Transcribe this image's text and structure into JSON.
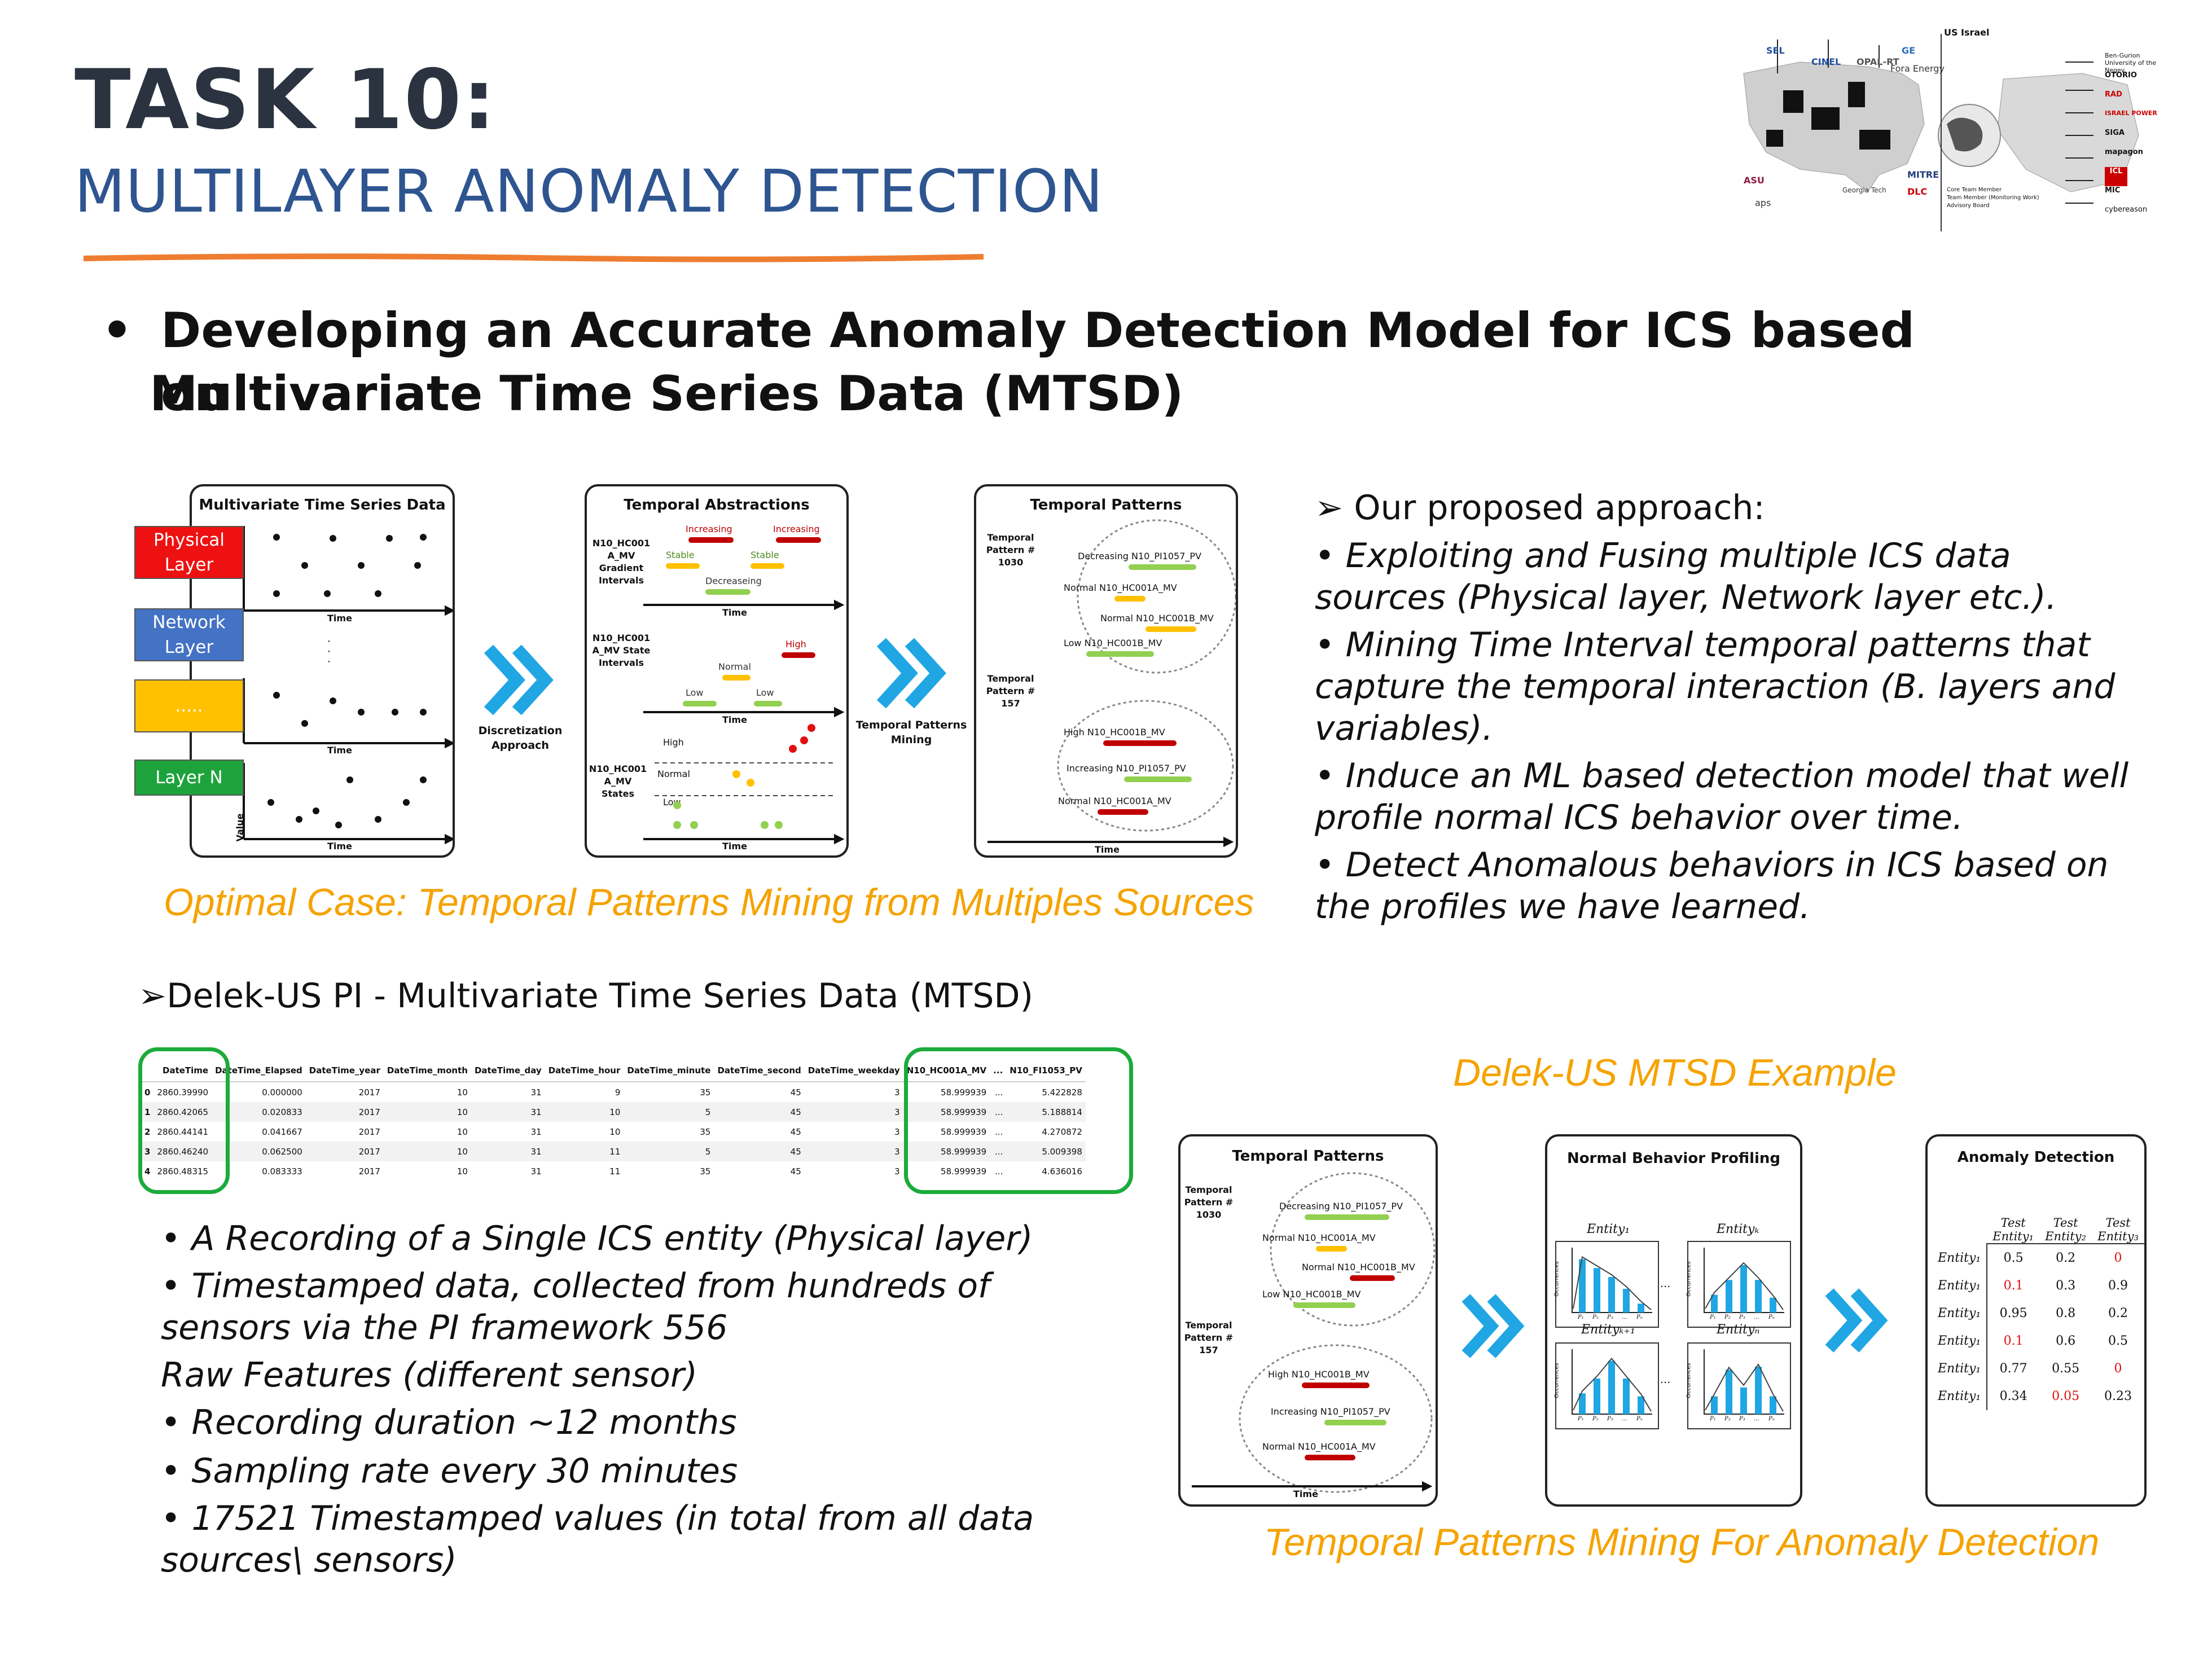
{
  "header": {
    "title": "TASK 10:",
    "subtitle": "MULTILAYER ANOMALY DETECTION"
  },
  "logo_map": {
    "us_label": "US",
    "israel_label": "Israel",
    "left_logos": [
      "SEL",
      "CINEL",
      "OPAL-RT",
      "GE",
      "Fora Energy",
      "ASU",
      "aps",
      "MITRE",
      "DLC",
      "Georgia Tech"
    ],
    "right_logos": [
      "Ben-Gurion University of the Negev",
      "OTORIO",
      "RAD",
      "ISRAEL POWER",
      "SIGA",
      "mapagon",
      "ICL",
      "MIC",
      "cybereason"
    ],
    "legend": [
      "Core Team Member",
      "Team Member (Monitoring Work)",
      "Advisory Board"
    ]
  },
  "bullet": {
    "line1": "Developing an Accurate Anomaly Detection Model for ICS based on",
    "line2": "Multivariate Time Series Data (MTSD)"
  },
  "figure1": {
    "panel1": {
      "title": "Multivariate Time Series Data",
      "layers": [
        {
          "label": "Physical Layer",
          "color": "#ee1111"
        },
        {
          "label": "Network Layer",
          "color": "#4472c4"
        },
        {
          "label": ".....",
          "color": "#ffc000"
        },
        {
          "label": "Layer N",
          "color": "#1ea33c"
        }
      ],
      "axis_value": "Value",
      "axis_time": "Time",
      "ellipsis": "·\n·\n·"
    },
    "arrow1_label": "Discretization Approach",
    "panel2": {
      "title": "Temporal Abstractions",
      "row1_label": "N10_HC001 A_MV Gradient Intervals",
      "row1_states": [
        "Increasing",
        "Increasing",
        "Stable",
        "Stable",
        "Decreaseing"
      ],
      "row2_label": "N10_HC001 A_MV State Intervals",
      "row2_states": [
        "High",
        "Normal",
        "Low",
        "Low"
      ],
      "row3_label": "N10_HC001 A_MV States",
      "row3_levels": [
        "High",
        "Normal",
        "Low"
      ],
      "axis_time": "Time"
    },
    "arrow2_label": "Temporal Patterns Mining",
    "panel3": {
      "title": "Temporal Patterns",
      "pattern1_label": "Temporal Pattern # 1030",
      "pattern1_items": [
        "Decreasing N10_PI1057_PV",
        "Normal N10_HC001A_MV",
        "Normal N10_HC001B_MV",
        "Low N10_HC001B_MV"
      ],
      "pattern2_label": "Temporal Pattern # 157",
      "pattern2_items": [
        "High N10_HC001B_MV",
        "Increasing N10_PI1057_PV",
        "Normal N10_HC001A_MV"
      ],
      "axis_time": "Time"
    },
    "caption": "Optimal Case: Temporal Patterns Mining from Multiples Sources"
  },
  "approach": {
    "heading": "Our proposed approach:",
    "items": [
      "• Exploiting and Fusing multiple ICS data sources (Physical layer, Network layer etc.).",
      "• Mining Time Interval temporal patterns that capture the temporal interaction (B. layers and variables).",
      "• Induce an ML based detection model that well profile normal ICS behavior over time.",
      "• Detect Anomalous behaviors in ICS based on the profiles we have learned."
    ]
  },
  "mtsd": {
    "heading": "Delek-US PI - Multivariate Time Series Data (MTSD)",
    "table": {
      "columns": [
        "",
        "DateTime",
        "DateTime_Elapsed",
        "DateTime_year",
        "DateTime_month",
        "DateTime_day",
        "DateTime_hour",
        "DateTime_minute",
        "DateTime_second",
        "DateTime_weekday",
        "N10_HC001A_MV",
        "...",
        "N10_FI1053_PV"
      ],
      "rows": [
        [
          "0",
          "2860.39990",
          "0.000000",
          "2017",
          "10",
          "31",
          "9",
          "35",
          "45",
          "3",
          "58.999939",
          "...",
          "5.422828"
        ],
        [
          "1",
          "2860.42065",
          "0.020833",
          "2017",
          "10",
          "31",
          "10",
          "5",
          "45",
          "3",
          "58.999939",
          "...",
          "5.188814"
        ],
        [
          "2",
          "2860.44141",
          "0.041667",
          "2017",
          "10",
          "31",
          "10",
          "35",
          "45",
          "3",
          "58.999939",
          "...",
          "4.270872"
        ],
        [
          "3",
          "2860.46240",
          "0.062500",
          "2017",
          "10",
          "31",
          "11",
          "5",
          "45",
          "3",
          "58.999939",
          "...",
          "5.009398"
        ],
        [
          "4",
          "2860.48315",
          "0.083333",
          "2017",
          "10",
          "31",
          "11",
          "35",
          "45",
          "3",
          "58.999939",
          "...",
          "4.636016"
        ]
      ]
    },
    "notes": [
      "• A Recording of a Single ICS entity (Physical layer)",
      "• Timestamped data, collected from hundreds of sensors via the PI framework 556",
      "Raw Features (different sensor)",
      "• Recording duration ~12 months",
      "• Sampling rate every 30 minutes",
      "• 17521 Timestamped values (in total from all data sources\\ sensors)"
    ]
  },
  "figure2": {
    "example_title": "Delek-US MTSD Example",
    "panel1": {
      "title": "Temporal Patterns",
      "pattern1_label": "Temporal Pattern # 1030",
      "pattern1_items": [
        "Decreasing N10_PI1057_PV",
        "Normal N10_HC001A_MV",
        "Normal N10_HC001B_MV",
        "Low N10_HC001B_MV"
      ],
      "pattern2_label": "Temporal Pattern # 157",
      "pattern2_items": [
        "High N10_HC001B_MV",
        "Increasing N10_PI1057_PV",
        "Normal N10_HC001A_MV"
      ],
      "axis_time": "Time"
    },
    "panel2": {
      "title": "Normal Behavior Profiling",
      "entities": [
        "Entity₁",
        "Entityₖ",
        "Entityₖ₊₁",
        "Entityₙ"
      ],
      "ellipsis": "...",
      "y_label": "Occurrences",
      "x_ticks": [
        "P₁",
        "P₂",
        "P₃",
        "...",
        "Pₙ"
      ]
    },
    "panel3": {
      "title": "Anomaly Detection",
      "columns": [
        "Test Entity₁",
        "Test Entity₂",
        "Test Entity₃"
      ],
      "rows": [
        {
          "label": "Entity₁",
          "values": [
            "0.5",
            "0.2",
            "0"
          ],
          "red": [
            false,
            false,
            true
          ]
        },
        {
          "label": "Entity₁",
          "values": [
            "0.1",
            "0.3",
            "0.9"
          ],
          "red": [
            true,
            false,
            false
          ]
        },
        {
          "label": "Entity₁",
          "values": [
            "0.95",
            "0.8",
            "0.2"
          ],
          "red": [
            false,
            false,
            false
          ]
        },
        {
          "label": "Entity₁",
          "values": [
            "0.1",
            "0.6",
            "0.5"
          ],
          "red": [
            true,
            false,
            false
          ]
        },
        {
          "label": "Entity₁",
          "values": [
            "0.77",
            "0.55",
            "0"
          ],
          "red": [
            false,
            false,
            true
          ]
        },
        {
          "label": "Entity₁",
          "values": [
            "0.34",
            "0.05",
            "0.23"
          ],
          "red": [
            false,
            true,
            false
          ]
        }
      ]
    },
    "caption": "Temporal Patterns Mining For Anomaly Detection"
  },
  "colors": {
    "title": "#2b3340",
    "subtitle": "#2e5590",
    "rule": "#ee7d31",
    "caption_orange": "#f5a300",
    "chevron_blue": "#1fa6e3",
    "red_bar": "#c00000",
    "yellow_bar": "#ffc000",
    "green_bar": "#92d050",
    "green_box": "#1cab3c"
  }
}
